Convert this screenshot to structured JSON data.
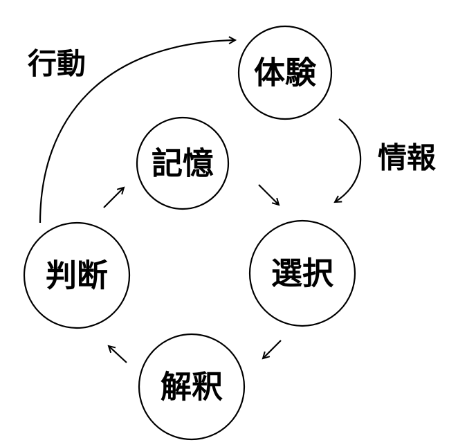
{
  "nodes": {
    "taiken": "体験",
    "kioku": "記憶",
    "sentaku": "選択",
    "kaishaku": "解釈",
    "handan": "判断"
  },
  "edge_labels": {
    "koudou": "行動",
    "jouhou": "情報"
  },
  "colors": {
    "stroke": "#000000",
    "background": "#ffffff"
  }
}
